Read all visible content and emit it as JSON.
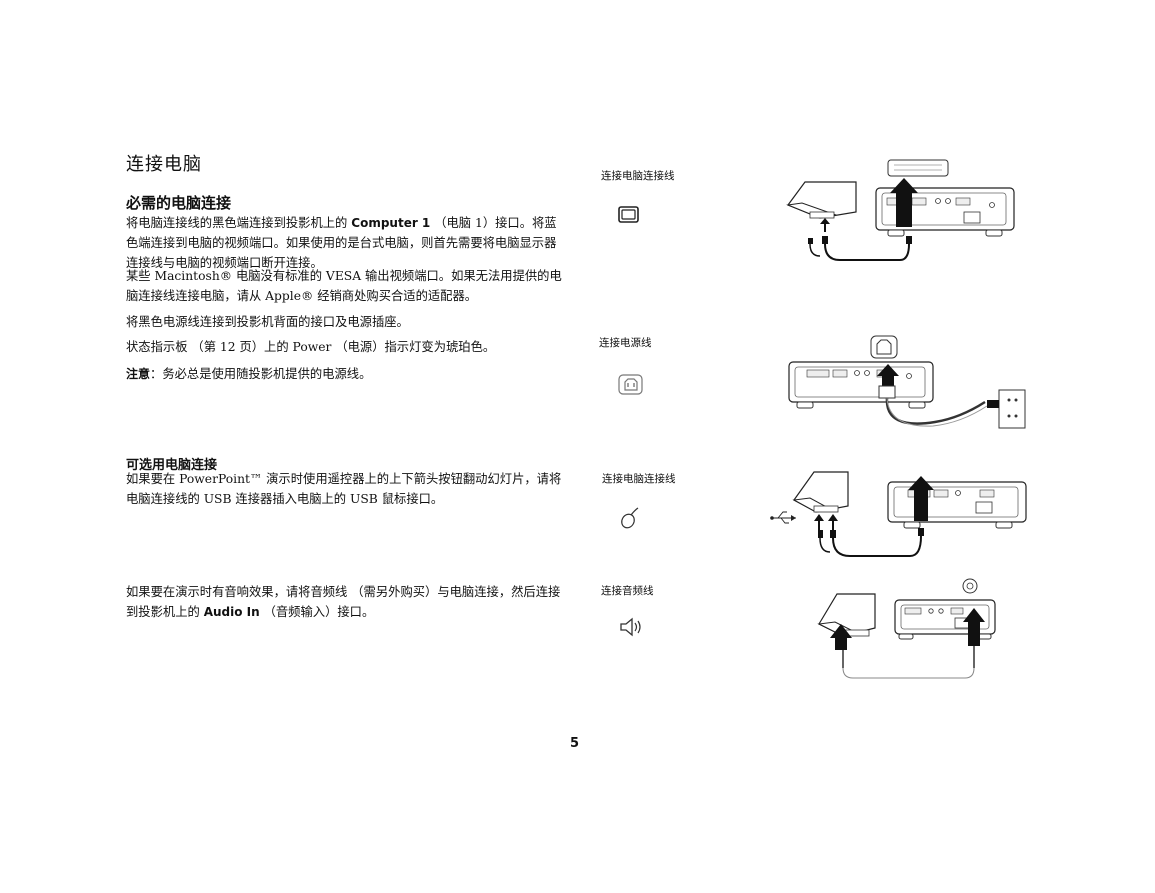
{
  "page_title": "连接电脑",
  "section_required": {
    "heading": "必需的电脑连接",
    "p1_before": "将电脑连接线的黑色端连接到投影机上的 ",
    "p1_strong": "Computer 1",
    "p1_after": " （电脑 1）接口。将蓝色端连接到电脑的视频端口。如果使用的是台式电脑，则首先需要将电脑显示器连接线与电脑的视频端口断开连接。",
    "p2": "某些 Macintosh® 电脑没有标准的 VESA 输出视频端口。如果无法用提供的电脑连接线连接电脑，请从 Apple® 经销商处购买合适的适配器。",
    "p3": "将黑色电源线连接到投影机背面的接口及电源插座。",
    "p4": "状态指示板 （第  12 页）上的 Power （电源）指示灯变为琥珀色。",
    "note_label": "注意",
    "note_text": "：务必总是使用随投影机提供的电源线。"
  },
  "section_optional": {
    "heading": "可选用电脑连接",
    "p1": "如果要在 PowerPoint™ 演示时使用遥控器上的上下箭头按钮翻动幻灯片，请将电脑连接线的 USB 连接器插入电脑上的 USB 鼠标接口。",
    "p2_before": "如果要在演示时有音响效果，请将音频线 （需另外购买）与电脑连接，然后连接到投影机上的 ",
    "p2_strong": "Audio In",
    "p2_after": " （音频输入）接口。"
  },
  "figures": [
    {
      "caption": "连接电脑连接线",
      "icon": "monitor-icon"
    },
    {
      "caption": "连接电源线",
      "icon": "power-socket-icon"
    },
    {
      "caption": "连接电脑连接线",
      "icon": "mouse-icon"
    },
    {
      "caption": "连接音频线",
      "icon": "speaker-icon"
    }
  ],
  "page_number": "5"
}
